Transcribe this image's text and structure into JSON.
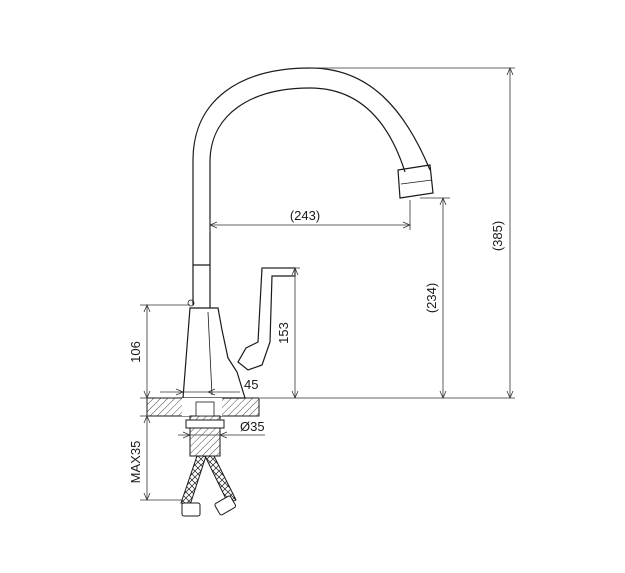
{
  "dimensions": {
    "spout_reach": "(243)",
    "total_height": "(385)",
    "outlet_height": "(234)",
    "lever_height": "153",
    "body_height": "106",
    "base_offset": "45",
    "hole_diameter": "Ø35",
    "max_thickness": "MAX35"
  },
  "colors": {
    "line": "#1a1a1a",
    "background": "#ffffff"
  }
}
